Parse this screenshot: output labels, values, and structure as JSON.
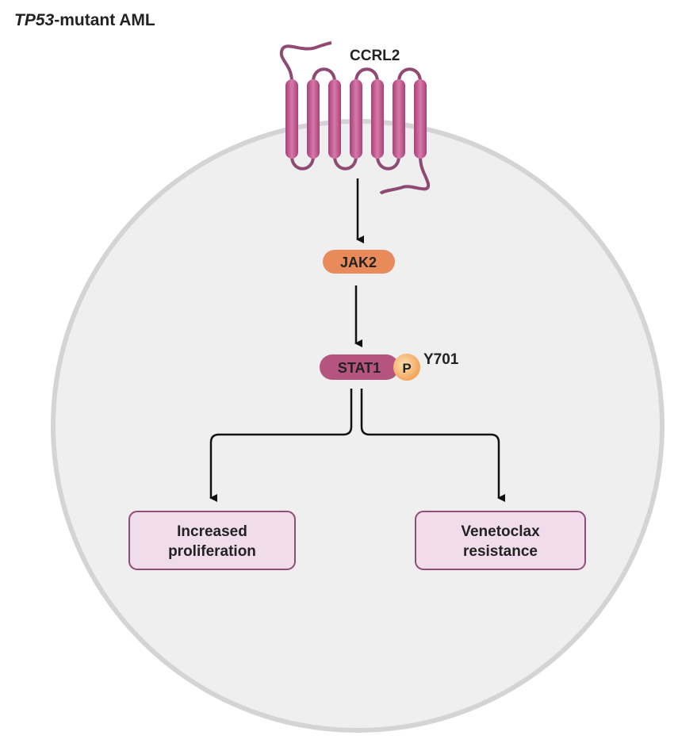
{
  "title": {
    "italic": "TP53",
    "rest": "-mutant AML"
  },
  "receptor": {
    "label": "CCRL2",
    "color": "#b8528e"
  },
  "jak2": {
    "label": "JAK2",
    "color": "#e98a5a"
  },
  "stat1": {
    "label": "STAT1",
    "color": "#b5557f",
    "phospho": "P",
    "site": "Y701",
    "phospho_color": "#f7b46c"
  },
  "outcomes": [
    {
      "line1": "Increased",
      "line2": "proliferation"
    },
    {
      "line1": "Venetoclax",
      "line2": "resistance"
    }
  ],
  "colors": {
    "cell": "#efeff0",
    "membrane": "#d4d4d6",
    "box_fill": "#f0dcea",
    "box_stroke": "#8f4c77"
  }
}
